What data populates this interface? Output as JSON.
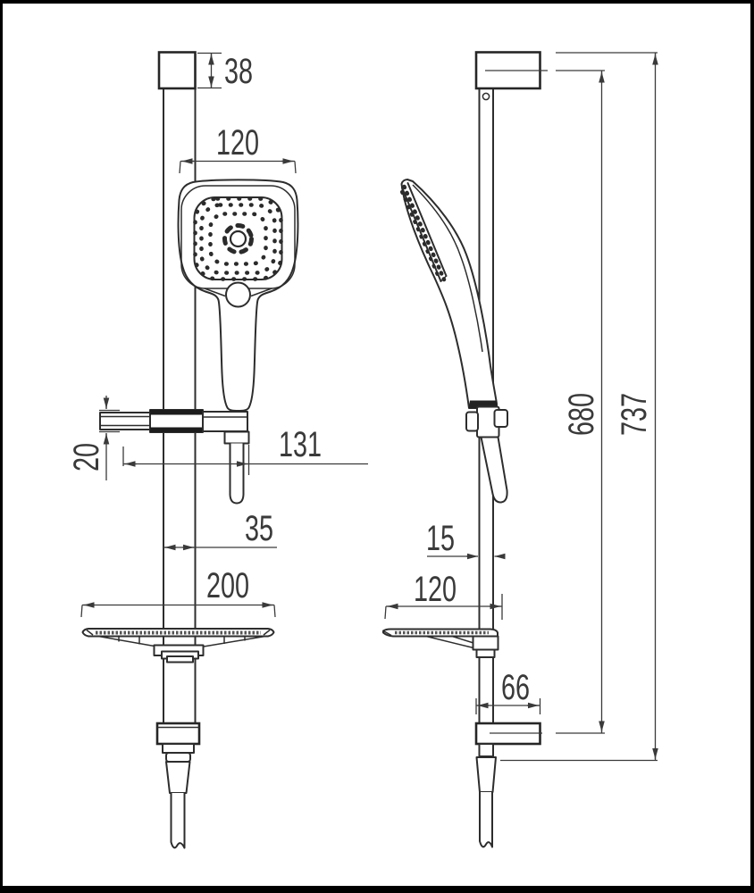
{
  "colors": {
    "background": "#ffffff",
    "frame": "#000000",
    "line": "#2d2d2d",
    "dimension": "#3a3a3a"
  },
  "views": {
    "front": {
      "dimensions": {
        "wall_bracket_height": "38",
        "handset_width": "120",
        "slider_height": "20",
        "slider_offset": "131",
        "rail_width": "35",
        "soap_dish_width": "200"
      }
    },
    "side": {
      "dimensions": {
        "rail_depth": "15",
        "soap_dish_depth": "120",
        "lower_bracket_depth": "66",
        "bracket_centres_height": "680",
        "overall_height": "737"
      }
    }
  }
}
